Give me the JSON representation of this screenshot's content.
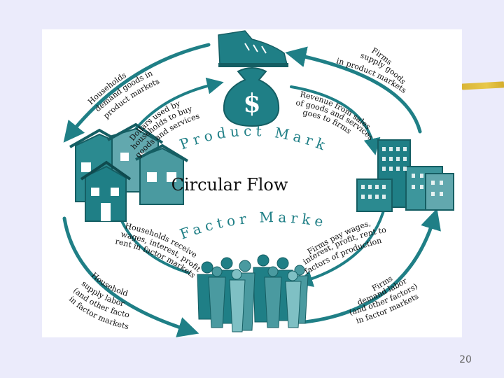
{
  "slide": {
    "page_number": "20"
  },
  "diagram": {
    "title": "Circular Flow",
    "product_market": "Product Market",
    "factor_market": "Factor Market",
    "money_symbol": "$",
    "labels": {
      "households_demand": [
        "Households",
        "demand goods in",
        "product markets"
      ],
      "firms_supply": [
        "Firms",
        "supply goods",
        "in product markets"
      ],
      "dollars_used": [
        "Dollars used by",
        "households to buy",
        "goods and services"
      ],
      "revenue": [
        "Revenue from sales",
        "of goods and services",
        "goes to firms"
      ],
      "households_receive": [
        "Households receive",
        "wages, interest, profit,",
        "rent in factor markets"
      ],
      "firms_pay": [
        "Firms pay wages,",
        "interest, profit, rent to",
        "factors of production"
      ],
      "households_supply": [
        "Households",
        "supply labor",
        "(and other factors)",
        "in factor markets"
      ],
      "firms_demand": [
        "Firms",
        "demand labor",
        "(and other factors)",
        "in factor markets"
      ]
    },
    "icons": [
      "shoe-icon",
      "money-bag-icon",
      "houses-icon",
      "buildings-icon",
      "people-icon"
    ],
    "colors": {
      "teal": "#1f7f86",
      "teal_dark": "#155e63",
      "teal_light": "#7fc0c4",
      "text": "#111111"
    }
  }
}
